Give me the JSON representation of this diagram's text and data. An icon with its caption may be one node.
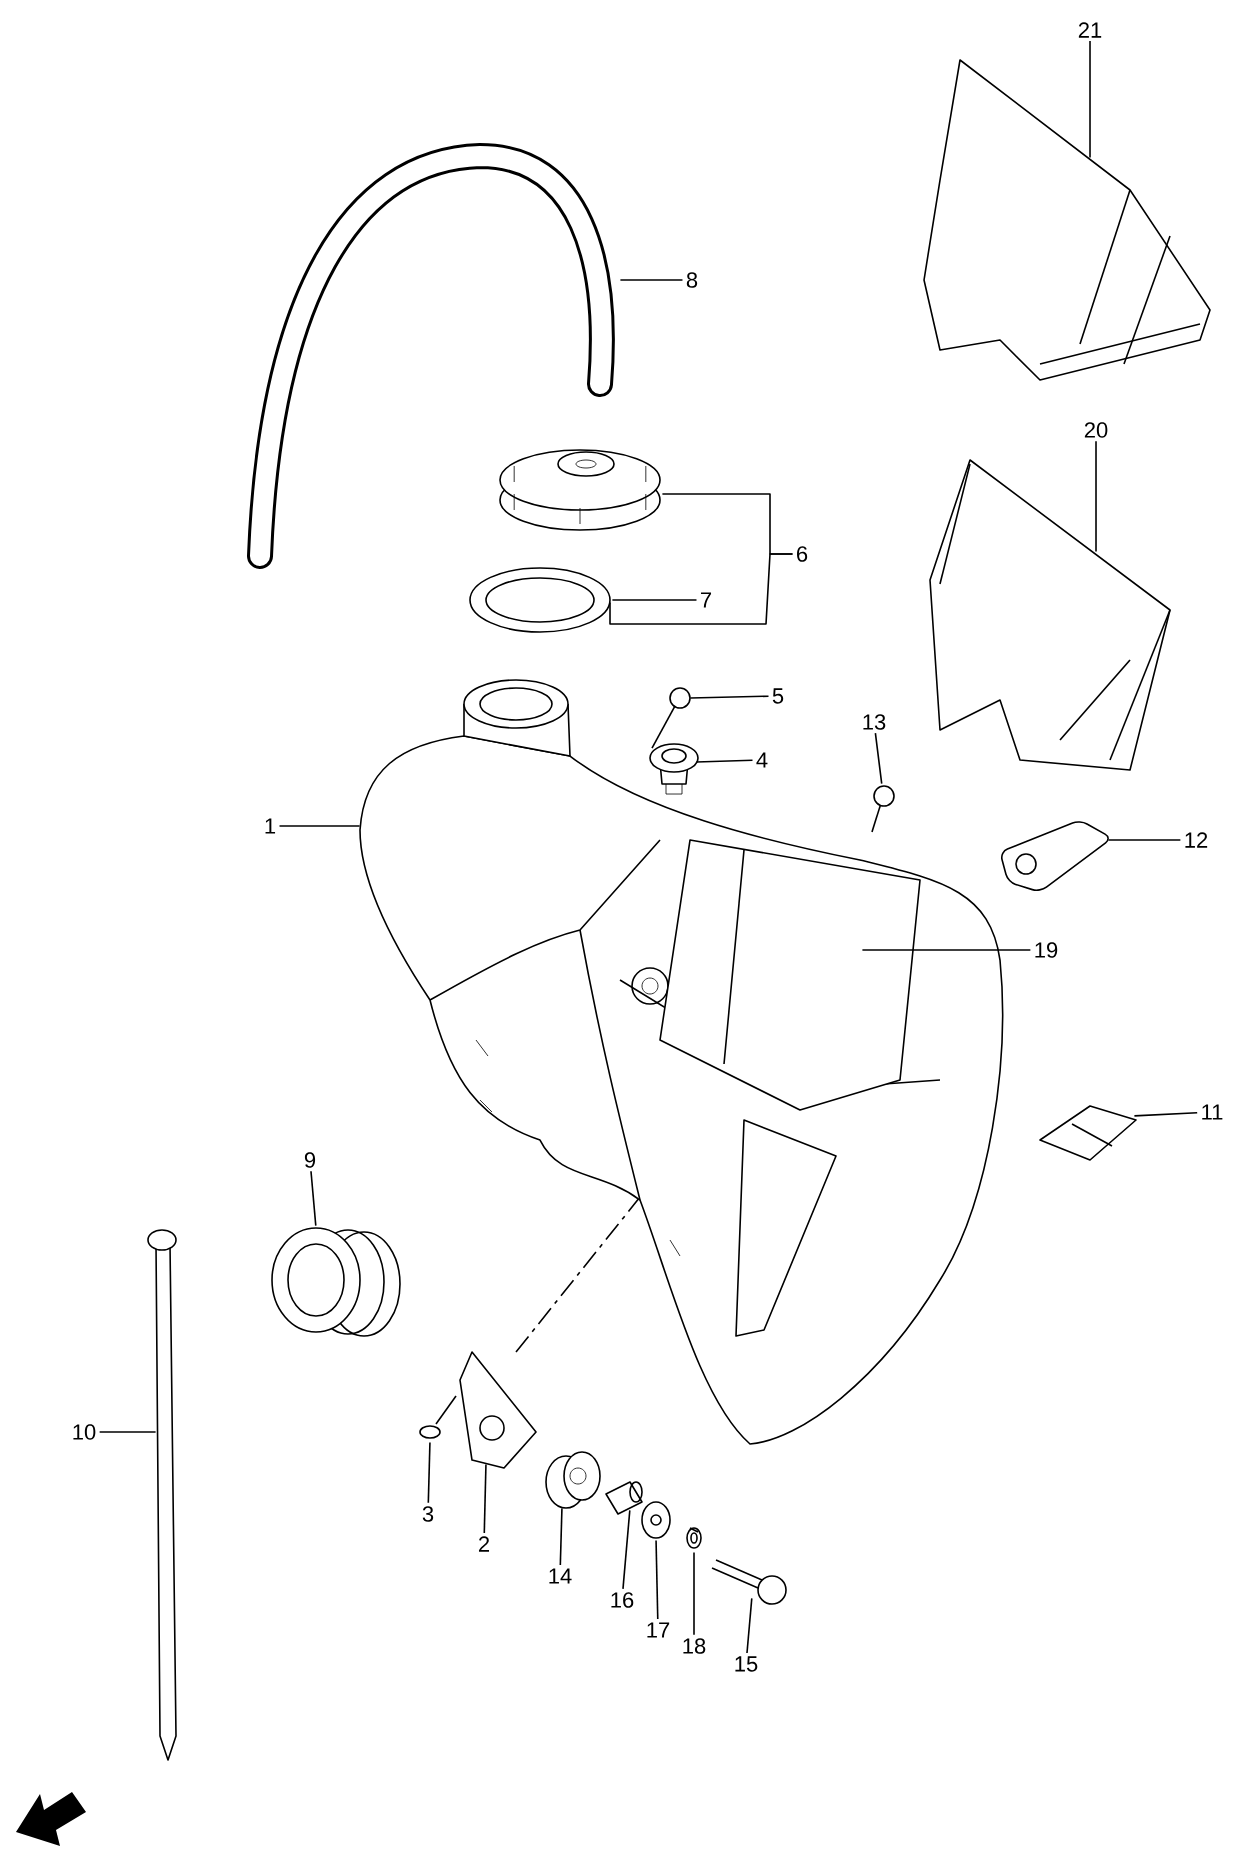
{
  "diagram": {
    "nodes": [
      {
        "text": [
          "1"
        ]
      },
      {
        "text": [],
        "shape": "picture"
      },
      {
        "text": [
          "2"
        ]
      },
      {
        "text": [],
        "shape": "picture"
      },
      {
        "text": [
          "3"
        ]
      },
      {
        "text": [],
        "shape": "picture"
      },
      {
        "text": [
          "4"
        ]
      },
      {
        "text": [],
        "shape": "picture"
      },
      {
        "text": [
          "5"
        ]
      },
      {
        "text": [],
        "shape": "picture"
      },
      {
        "text": [
          "6"
        ]
      },
      {
        "text": [],
        "shape": "picture"
      },
      {
        "text": [
          "7"
        ]
      },
      {
        "text": [],
        "shape": "picture"
      },
      {
        "text": [
          "8"
        ]
      },
      {
        "text": [],
        "shape": "picture"
      },
      {
        "text": [
          "9"
        ]
      },
      {
        "text": [],
        "shape": "picture"
      },
      {
        "text": [
          "10"
        ]
      },
      {
        "text": [],
        "shape": "picture"
      },
      {
        "text": [
          "11"
        ]
      },
      {
        "text": [],
        "shape": "picture"
      },
      {
        "text": [
          "12"
        ]
      },
      {
        "text": [],
        "shape": "picture"
      },
      {
        "text": [
          "13"
        ]
      },
      {
        "text": [],
        "shape": "picture"
      },
      {
        "text": [
          "14"
        ]
      },
      {
        "text": [],
        "shape": "picture"
      },
      {
        "text": [
          "15"
        ]
      },
      {
        "text": [],
        "shape": "picture"
      },
      {
        "text": [
          "16"
        ]
      },
      {
        "text": [],
        "shape": "picture"
      },
      {
        "text": [
          "17"
        ]
      },
      {
        "text": [],
        "shape": "picture"
      },
      {
        "text": [
          "18"
        ]
      },
      {
        "text": [],
        "shape": "picture"
      },
      {
        "text": [
          "19"
        ]
      },
      {
        "text": [],
        "shape": "picture",
        "in": 1
      },
      {
        "text": [
          "20"
        ]
      },
      {
        "text": [],
        "shape": "picture"
      },
      {
        "text": [
          "21"
        ]
      },
      {
        "text": [],
        "shape": "picture"
      }
    ],
    "edges": [
      {
        "from": 0,
        "to": 1,
        "arrow": "none"
      },
      {
        "from": 2,
        "to": 3,
        "arrow": "none"
      },
      {
        "from": 4,
        "to": 5,
        "arrow": "none"
      },
      {
        "from": 6,
        "to": 7,
        "arrow": "none"
      },
      {
        "from": 8,
        "to": 9,
        "arrow": "none"
      },
      {
        "from": 10,
        "to": 11,
        "arrow": "none"
      },
      {
        "from": 12,
        "to": 13,
        "arrow": "none"
      },
      {
        "from": 14,
        "to": 15,
        "arrow": "none"
      },
      {
        "from": 16,
        "to": 17,
        "arrow": "none"
      },
      {
        "from": 18,
        "to": 19,
        "arrow": "none"
      },
      {
        "from": 20,
        "to": 21,
        "arrow": "none"
      },
      {
        "from": 22,
        "to": 23,
        "arrow": "none"
      },
      {
        "from": 24,
        "to": 25,
        "arrow": "none"
      },
      {
        "from": 26,
        "to": 27,
        "arrow": "none"
      },
      {
        "from": 28,
        "to": 29,
        "arrow": "none"
      },
      {
        "from": 30,
        "to": 31,
        "arrow": "none"
      },
      {
        "from": 32,
        "to": 33,
        "arrow": "none"
      },
      {
        "from": 34,
        "to": 35,
        "arrow": "none"
      },
      {
        "from": 36,
        "to": 37,
        "arrow": "none"
      },
      {
        "from": 38,
        "to": 39,
        "arrow": "none"
      },
      {
        "from": 40,
        "to": 41,
        "arrow": "none"
      },
      {
        "from": 10,
        "to": 13,
        "arrow": "none"
      }
    ]
  }
}
